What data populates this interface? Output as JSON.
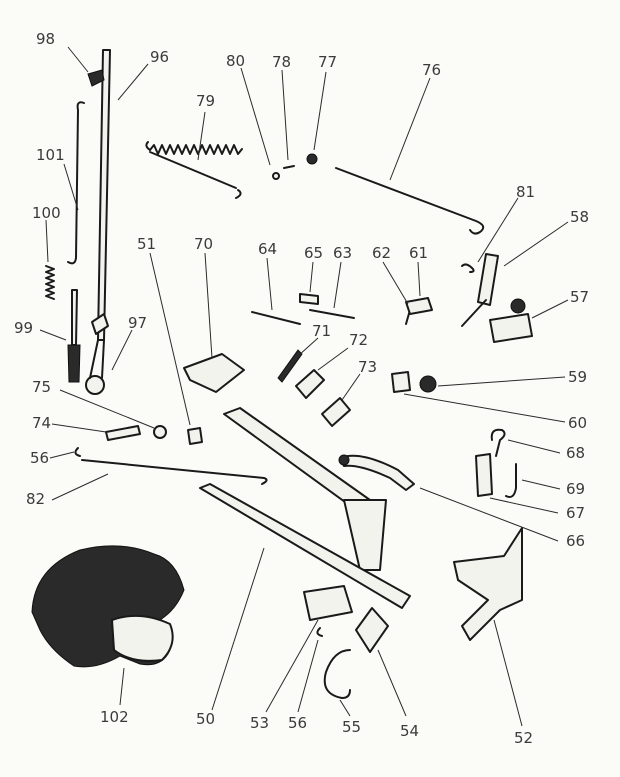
{
  "callouts": [
    "98",
    "96",
    "101",
    "100",
    "99",
    "97",
    "80",
    "78",
    "77",
    "76",
    "79",
    "81",
    "58",
    "57",
    "51",
    "70",
    "64",
    "65",
    "63",
    "62",
    "61",
    "71",
    "72",
    "73",
    "59",
    "60",
    "75",
    "74",
    "56",
    "82",
    "68",
    "69",
    "67",
    "66",
    "102",
    "50",
    "53",
    "56",
    "55",
    "54",
    "52"
  ]
}
